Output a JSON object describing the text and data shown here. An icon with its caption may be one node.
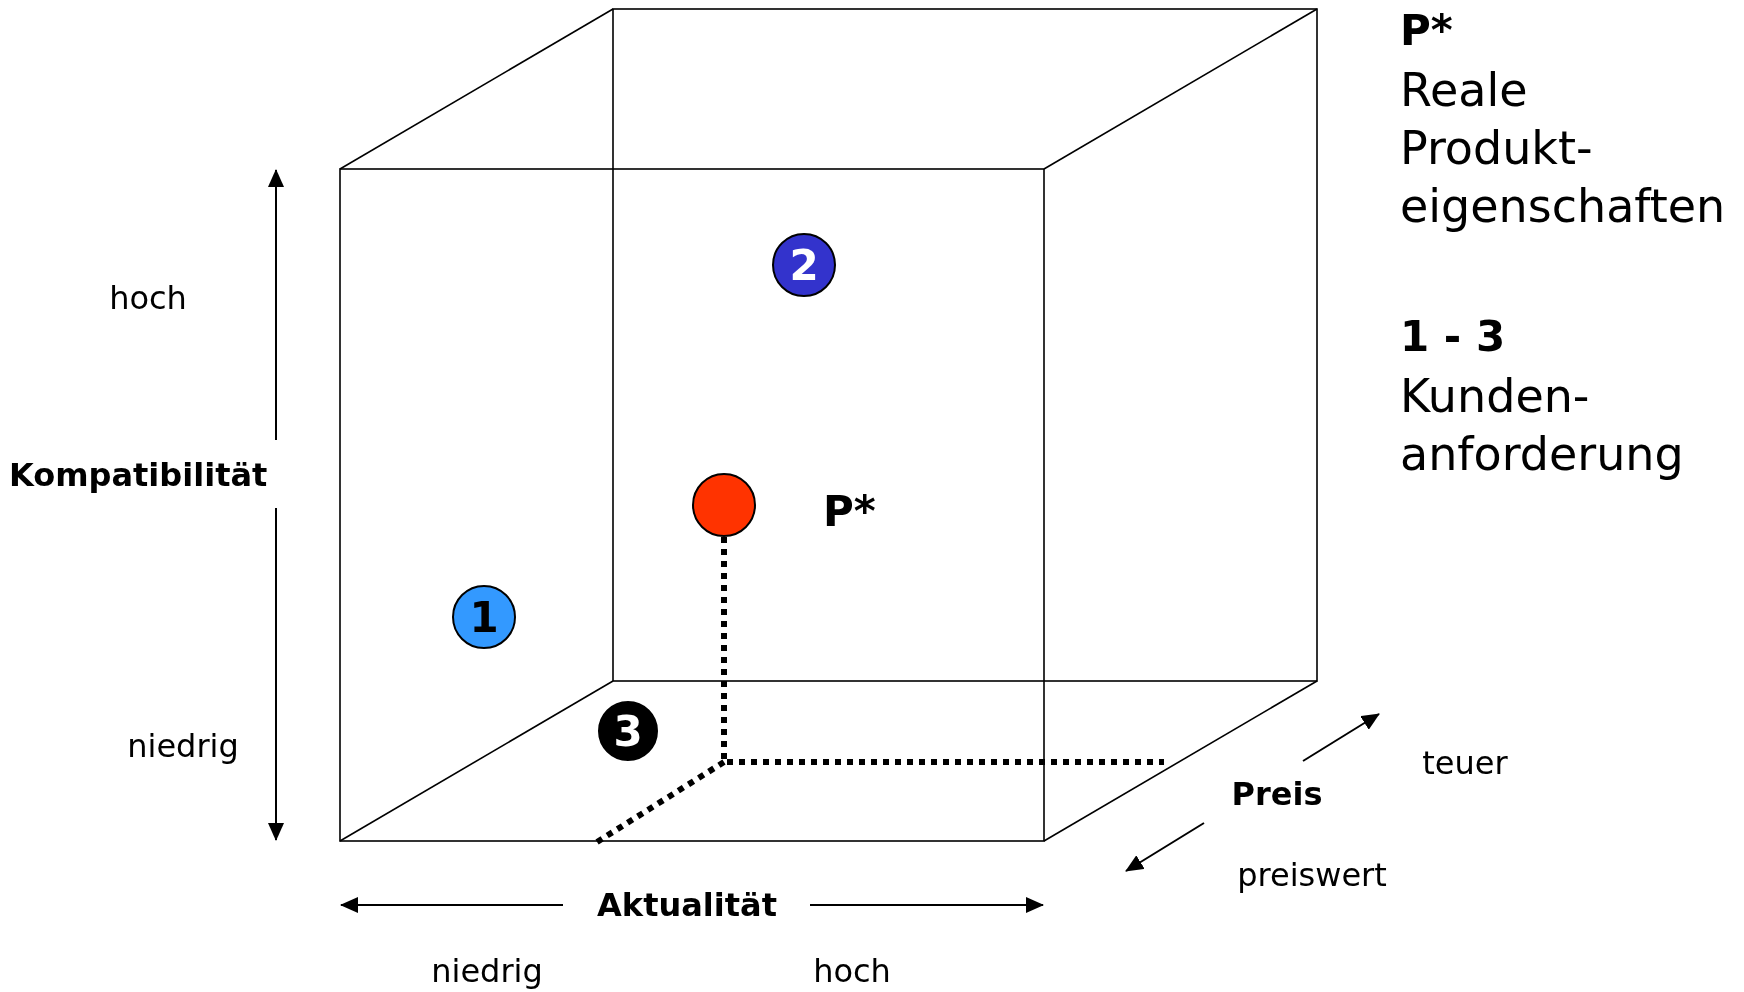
{
  "diagram": {
    "nodes": [
      {
        "text": [
          "2"
        ]
      },
      {
        "text": [],
        "shape": "circle",
        "beside": [
          "P*"
        ]
      },
      {
        "text": [
          "1"
        ]
      },
      {
        "text": [
          "3"
        ]
      }
    ],
    "labels": [
      "P*",
      "Reale Produkt- eigenschaften",
      "hoch",
      "1 - 3",
      "Kunden- anforderung",
      "Kompatibilität",
      "niedrig",
      "teuer",
      "Preis",
      "preiswert",
      "Aktualität",
      "niedrig",
      "hoch"
    ]
  }
}
